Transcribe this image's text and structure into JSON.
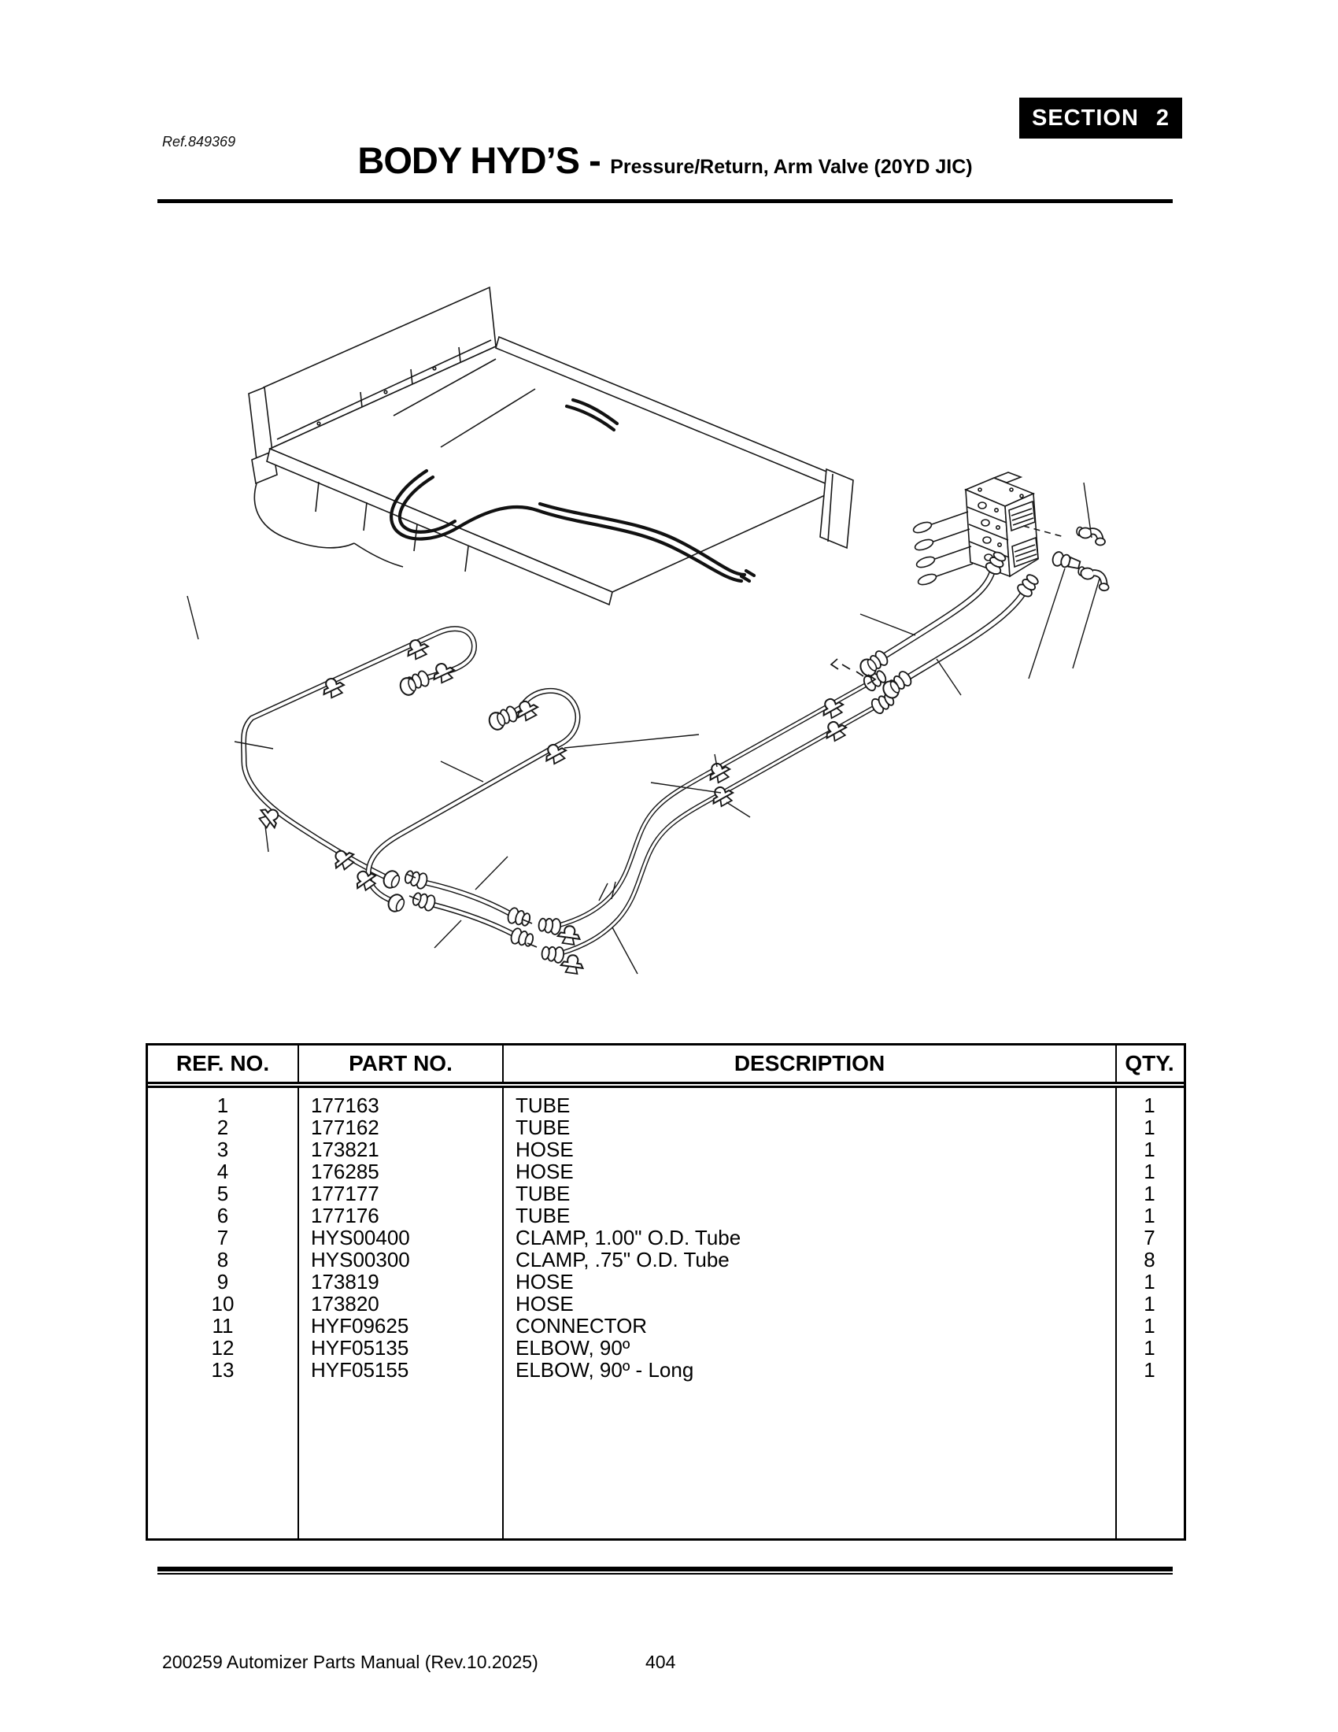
{
  "header": {
    "ref_label": "Ref.849369",
    "section_badge": {
      "word": "SECTION",
      "number": "2"
    },
    "title_main": "BODY HYD’S -",
    "title_sub": "Pressure/Return, Arm Valve (20YD JIC)"
  },
  "table": {
    "headers": [
      "REF. NO.",
      "PART NO.",
      "DESCRIPTION",
      "QTY."
    ],
    "rows": [
      [
        "1",
        "177163",
        "TUBE",
        "1"
      ],
      [
        "2",
        "177162",
        "TUBE",
        "1"
      ],
      [
        "3",
        "173821",
        "HOSE",
        "1"
      ],
      [
        "4",
        "176285",
        "HOSE",
        "1"
      ],
      [
        "5",
        "177177",
        "TUBE",
        "1"
      ],
      [
        "6",
        "177176",
        "TUBE",
        "1"
      ],
      [
        "7",
        "HYS00400",
        "CLAMP, 1.00\" O.D. Tube",
        "7"
      ],
      [
        "8",
        "HYS00300",
        "CLAMP, .75\" O.D. Tube",
        "8"
      ],
      [
        "9",
        "173819",
        "HOSE",
        "1"
      ],
      [
        "10",
        "173820",
        "HOSE",
        "1"
      ],
      [
        "11",
        "HYF09625",
        "CONNECTOR",
        "1"
      ],
      [
        "12",
        "HYF05135",
        "ELBOW, 90º",
        "1"
      ],
      [
        "13",
        "HYF05155",
        "ELBOW, 90º - Long",
        "1"
      ]
    ]
  },
  "footer": {
    "left_text": "200259 Automizer Parts Manual (Rev.10.2025)",
    "page_number": "404"
  },
  "diagram": {
    "description": "Exploded isometric line drawing of body hydraulic pressure and return tubes, hoses, clamps, connector and elbows at the arm valve"
  }
}
